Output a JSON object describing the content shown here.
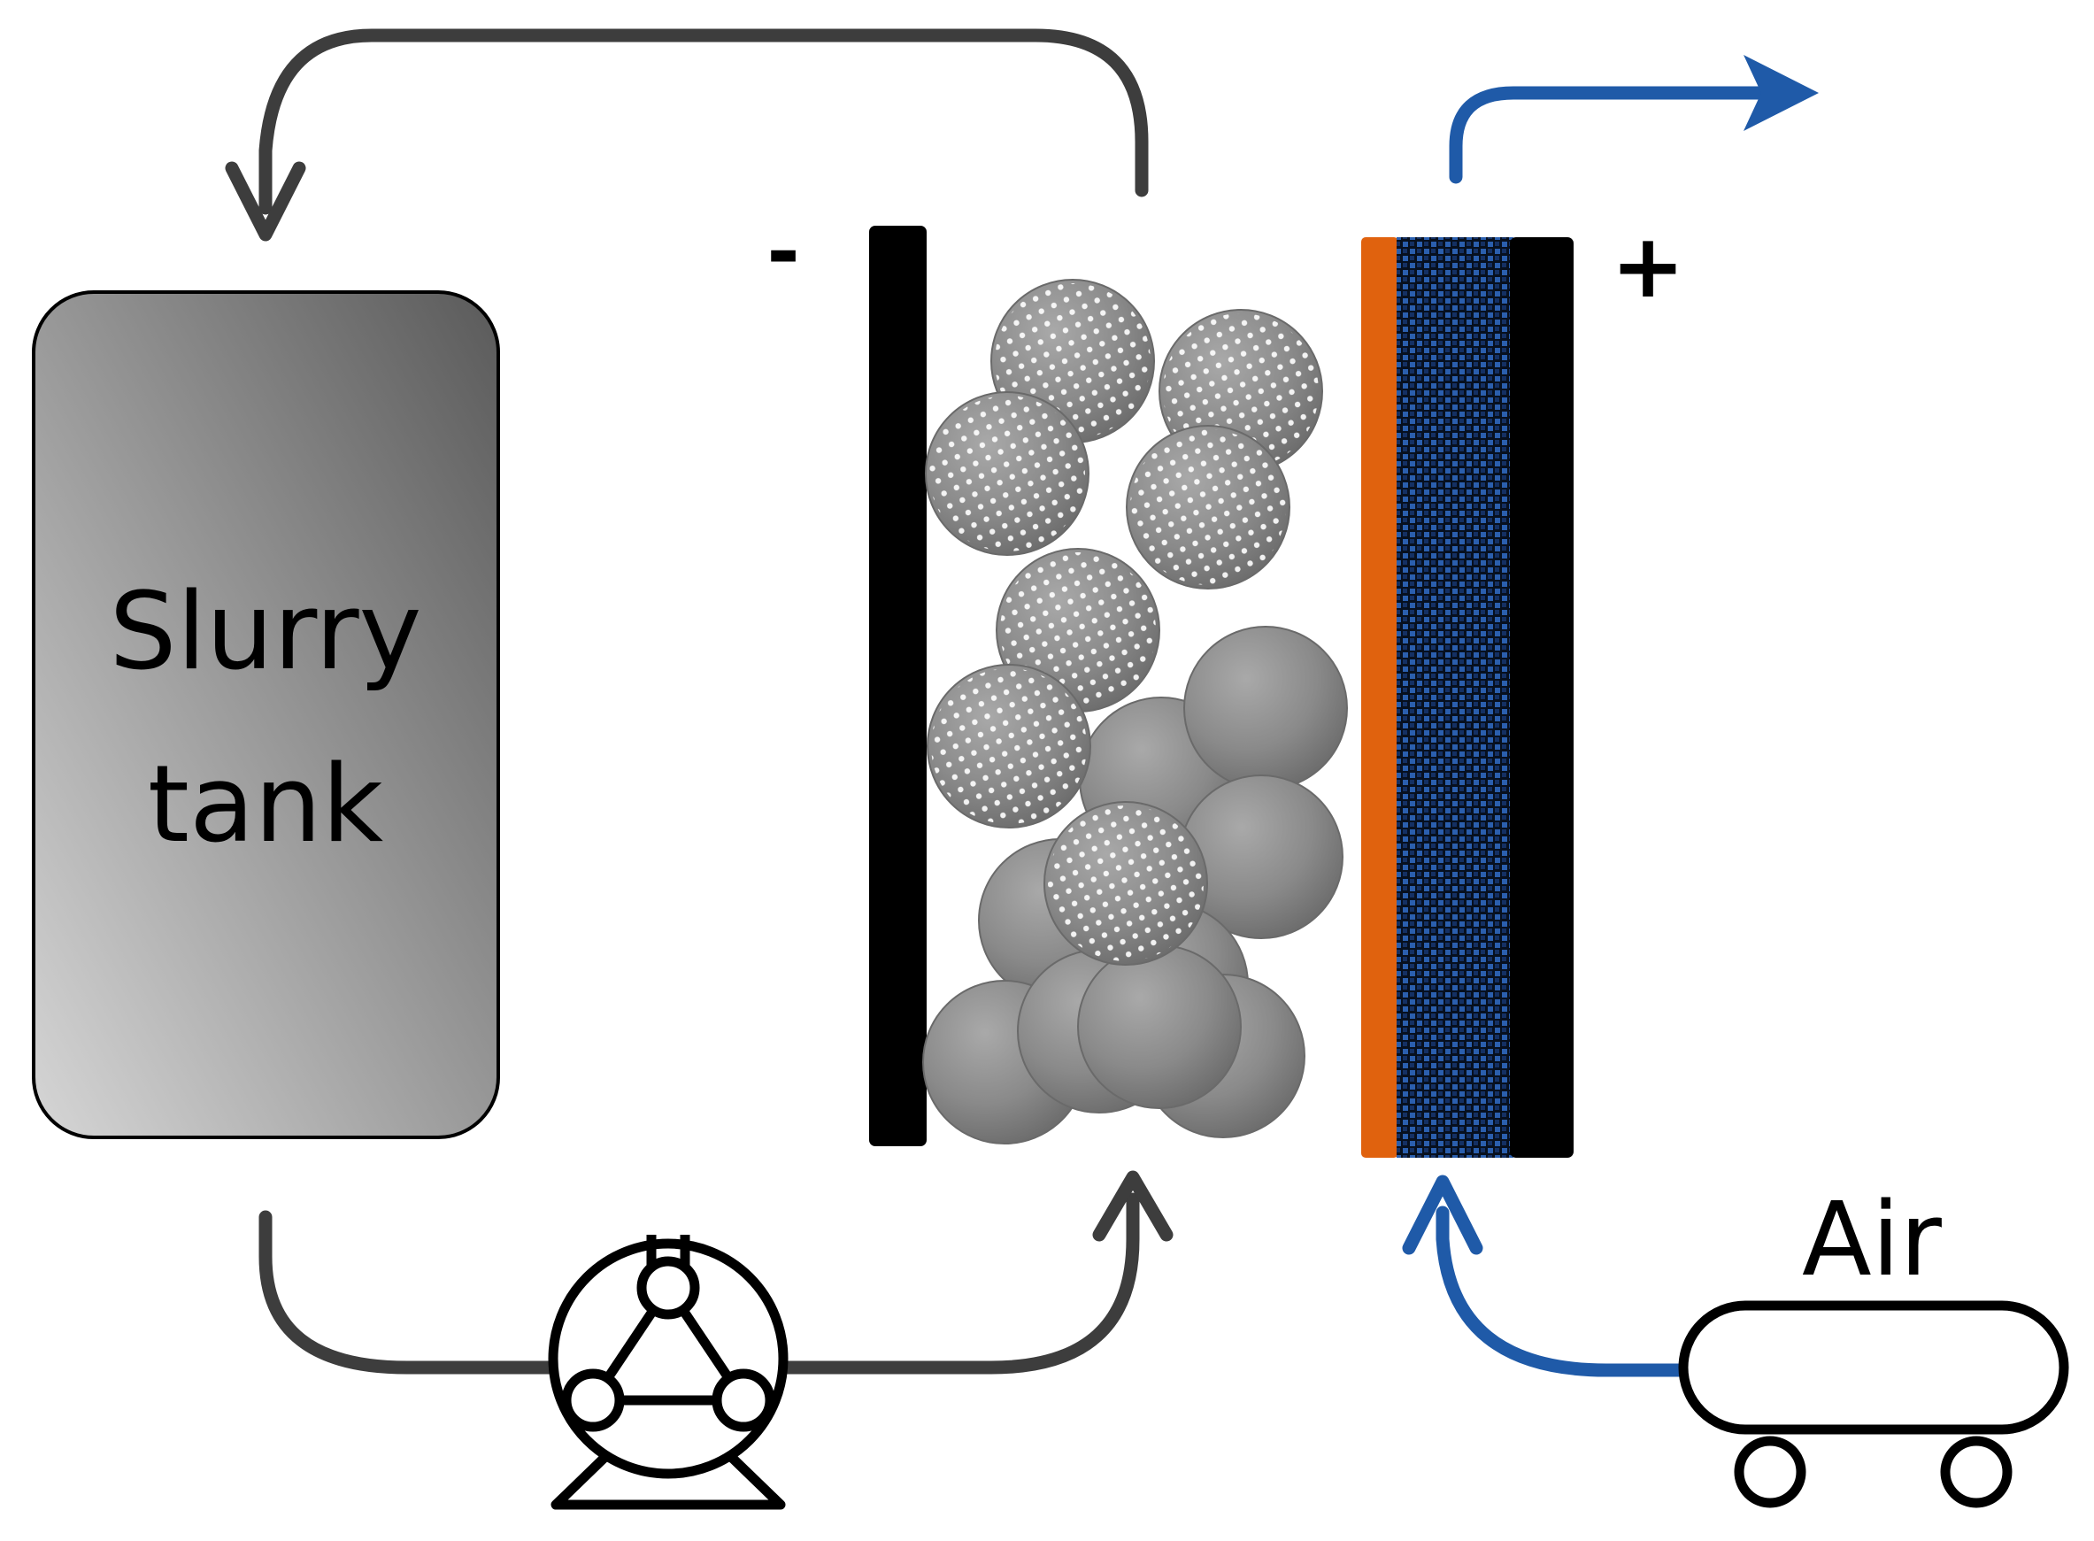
{
  "tank": {
    "line1": "Slurry",
    "line2": "tank"
  },
  "cell": {
    "negative_label": "-",
    "positive_label": "+"
  },
  "blower": {
    "label": "Air"
  },
  "particles": {
    "dotted_count": 7,
    "solid_count": 9
  },
  "colors": {
    "flow_arrow": "#3d3d3d",
    "air_arrow": "#1f5aa8",
    "collector": "#000000",
    "catalyst_layer": "#e0620e",
    "gas_diffusion_layer": "#1c3e7a",
    "tank_dark": "#5a5a5a",
    "tank_light": "#d6d6d6",
    "particle": "#8a8a8a"
  },
  "icons": {
    "pump": "peristaltic-pump-icon",
    "blower": "air-blower-icon"
  }
}
